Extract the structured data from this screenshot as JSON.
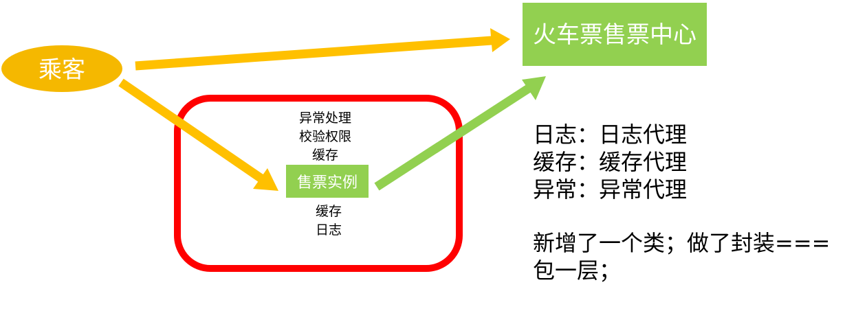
{
  "colors": {
    "passenger": "#F5B800",
    "center": "#92D050",
    "ticket_instance": "#92D050",
    "arrow_orange": "#FFC000",
    "arrow_green": "#92D050",
    "proxy_box": "#FF0000"
  },
  "nodes": {
    "passenger": "乘客",
    "ticket_center": "火车票售票中心",
    "ticket_instance": "售票实例"
  },
  "proxy_box": {
    "before_labels": [
      "异常处理",
      "校验权限",
      "缓存"
    ],
    "after_labels": [
      "缓存",
      "日志"
    ]
  },
  "notes": {
    "lines": [
      "日志：日志代理",
      "缓存：缓存代理",
      "异常：异常代理"
    ],
    "summary_lines": [
      "新增了一个类；做了封装===",
      "包一层；"
    ]
  }
}
